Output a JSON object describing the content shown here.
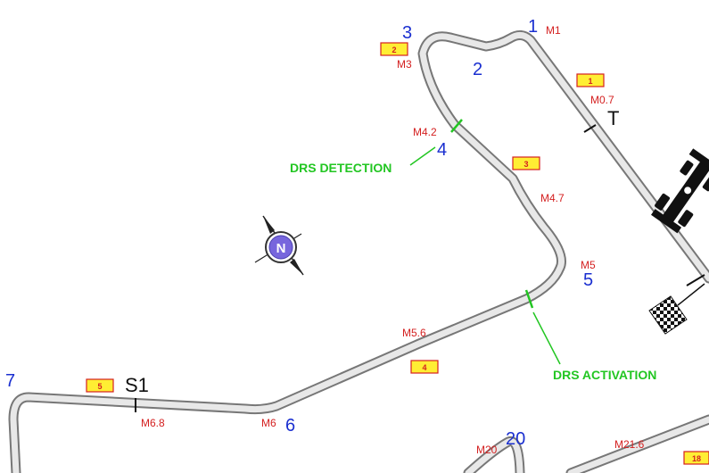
{
  "colors": {
    "track_outline": "#777777",
    "track_fill": "#e8e8e8",
    "turn_number": "#1a2fd0",
    "marker_text": "#d42020",
    "drs": "#22c622",
    "badge_fill": "#ffee33",
    "badge_border": "#d42020",
    "compass": "#7766dd"
  },
  "turns": [
    "1",
    "2",
    "3",
    "4",
    "5",
    "6",
    "7",
    "20"
  ],
  "markers": [
    "M1",
    "M3",
    "M4.2",
    "M4.7",
    "M0.7",
    "M5",
    "M5.6",
    "M6",
    "M6.8",
    "M20",
    "M21.6"
  ],
  "sectors": [
    "T",
    "S1"
  ],
  "badges": [
    "1",
    "2",
    "3",
    "4",
    "5",
    "18"
  ],
  "drs": {
    "detection": "DRS DETECTION",
    "activation": "DRS ACTIVATION"
  },
  "compass": {
    "label": "N",
    "icon": "compass-rose-icon"
  },
  "icons": [
    "f1-car-icon",
    "chequered-flag-icon",
    "compass-rose-icon"
  ]
}
